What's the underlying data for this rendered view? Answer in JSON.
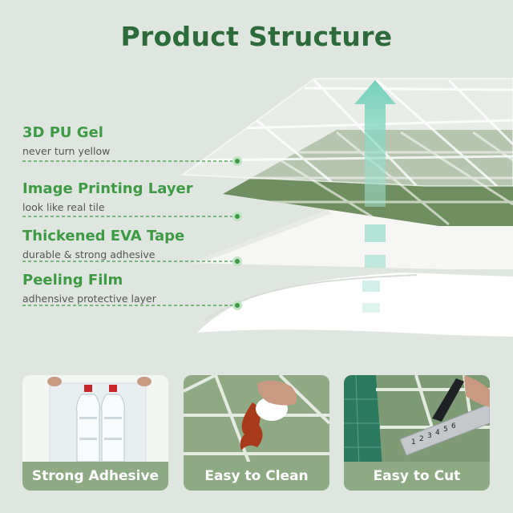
{
  "title": "Product Structure",
  "layers": [
    {
      "name": "3D PU Gel",
      "desc": "never turn yellow"
    },
    {
      "name": "Image Printing Layer",
      "desc": "look like real tile"
    },
    {
      "name": "Thickened EVA Tape",
      "desc": "durable & strong adhesive"
    },
    {
      "name": "Peeling Film",
      "desc": "adhensive protective layer"
    }
  ],
  "features": [
    {
      "label": "Strong Adhesive"
    },
    {
      "label": "Easy to Clean"
    },
    {
      "label": "Easy to Cut"
    }
  ],
  "colors": {
    "accent": "#3e9a45",
    "title": "#2e6b3b",
    "tile_green": "#6f8f60",
    "arrow_teal": "#7ed3c0",
    "card_bar": "#8eaa85"
  },
  "ruler_numbers": [
    "1",
    "2",
    "3",
    "4",
    "5",
    "6"
  ]
}
